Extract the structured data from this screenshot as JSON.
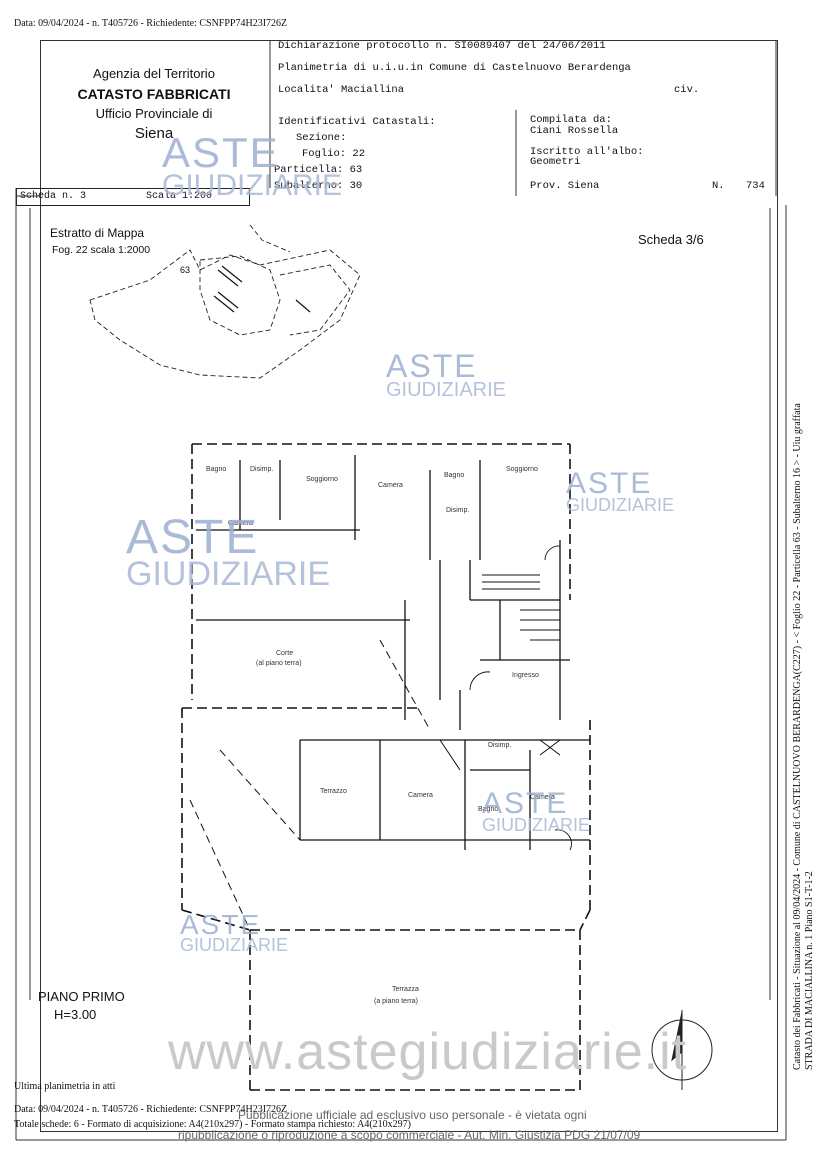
{
  "header_top": "Data: 09/04/2024 - n. T405726 - Richiedente: CSNFPP74H23I726Z",
  "office": {
    "line1": "Agenzia del Territorio",
    "line2": "CATASTO FABBRICATI",
    "line3": "Ufficio Provinciale di",
    "line4": "Siena"
  },
  "declaration": {
    "protocol": "Dichiarazione protocollo n. SI0089407 del 24/06/2011",
    "planimetria": "Planimetria di u.i.u.in Comune di Castelnuovo Berardenga",
    "localita": "Localita' Maciallina",
    "civ": "civ."
  },
  "identifiers": {
    "title": "Identificativi Catastali:",
    "sezione": "Sezione:",
    "foglio": "Foglio: 22",
    "particella": "Particella: 63",
    "subalterno": "Subalterno: 30"
  },
  "compiler": {
    "compilata": "Compilata da:",
    "name": "Ciani Rossella",
    "iscritto": "Iscritto all'albo:",
    "albo": "Geometri",
    "prov": "Prov. Siena",
    "n_label": "N.",
    "n_value": "734"
  },
  "scheda": {
    "left": "Scheda n. 3",
    "right": "Scala 1:200",
    "sheet": "Scheda 3/6"
  },
  "map": {
    "title": "Estratto di Mappa",
    "scale": "Fog. 22 scala 1:2000",
    "parcel": "63"
  },
  "rooms": {
    "r1": "Bagno",
    "r2": "Disimp.",
    "r3": "Soggiorno",
    "r4": "Camera",
    "r5": "Bagno",
    "r6": "Soggiorno",
    "r7": "Camera",
    "r8": "Disimp.",
    "r9": "Corte",
    "r10": "(al piano terra)",
    "r11": "Ingresso",
    "r12": "Disimp.",
    "r13": "Terrazzo",
    "r14": "Camera",
    "r15": "Bagno",
    "r16": "Camera",
    "r17": "Terrazza",
    "r18": "(a piano terra)"
  },
  "floor": {
    "name": "PIANO PRIMO",
    "height": "H=3.00"
  },
  "footer": {
    "ultima": "Ultima planimetria in atti",
    "data": "Data: 09/04/2024 - n. T405726 - Richiedente: CSNFPP74H23I726Z",
    "totale": "Totale schede: 6 - Formato di acquisizione: A4(210x297) - Formato stampa richiesto: A4(210x297)",
    "pub1": "Pubblicazione ufficiale ad esclusivo uso personale - è vietata ogni",
    "pub2": "ripubblicazione o riproduzione a scopo commerciale - Aut. Min. Giustizia PDG 21/07/09"
  },
  "side": {
    "line1": "Catasto dei Fabbricati - Situazione al 09/04/2024 - Comune di CASTELNUOVO BERARDENGA(C227) - < Foglio 22 - Particella 63 - Subalterno 16 > - Uiu graffata",
    "line2": "STRADA DI MACIALLINA n. 1 Piano S1-T-1-2"
  },
  "watermark": {
    "aste": "ASTE",
    "giudiziarie": "GIUDIZIARIE",
    "url": "www.astegiudiziarie.it"
  }
}
